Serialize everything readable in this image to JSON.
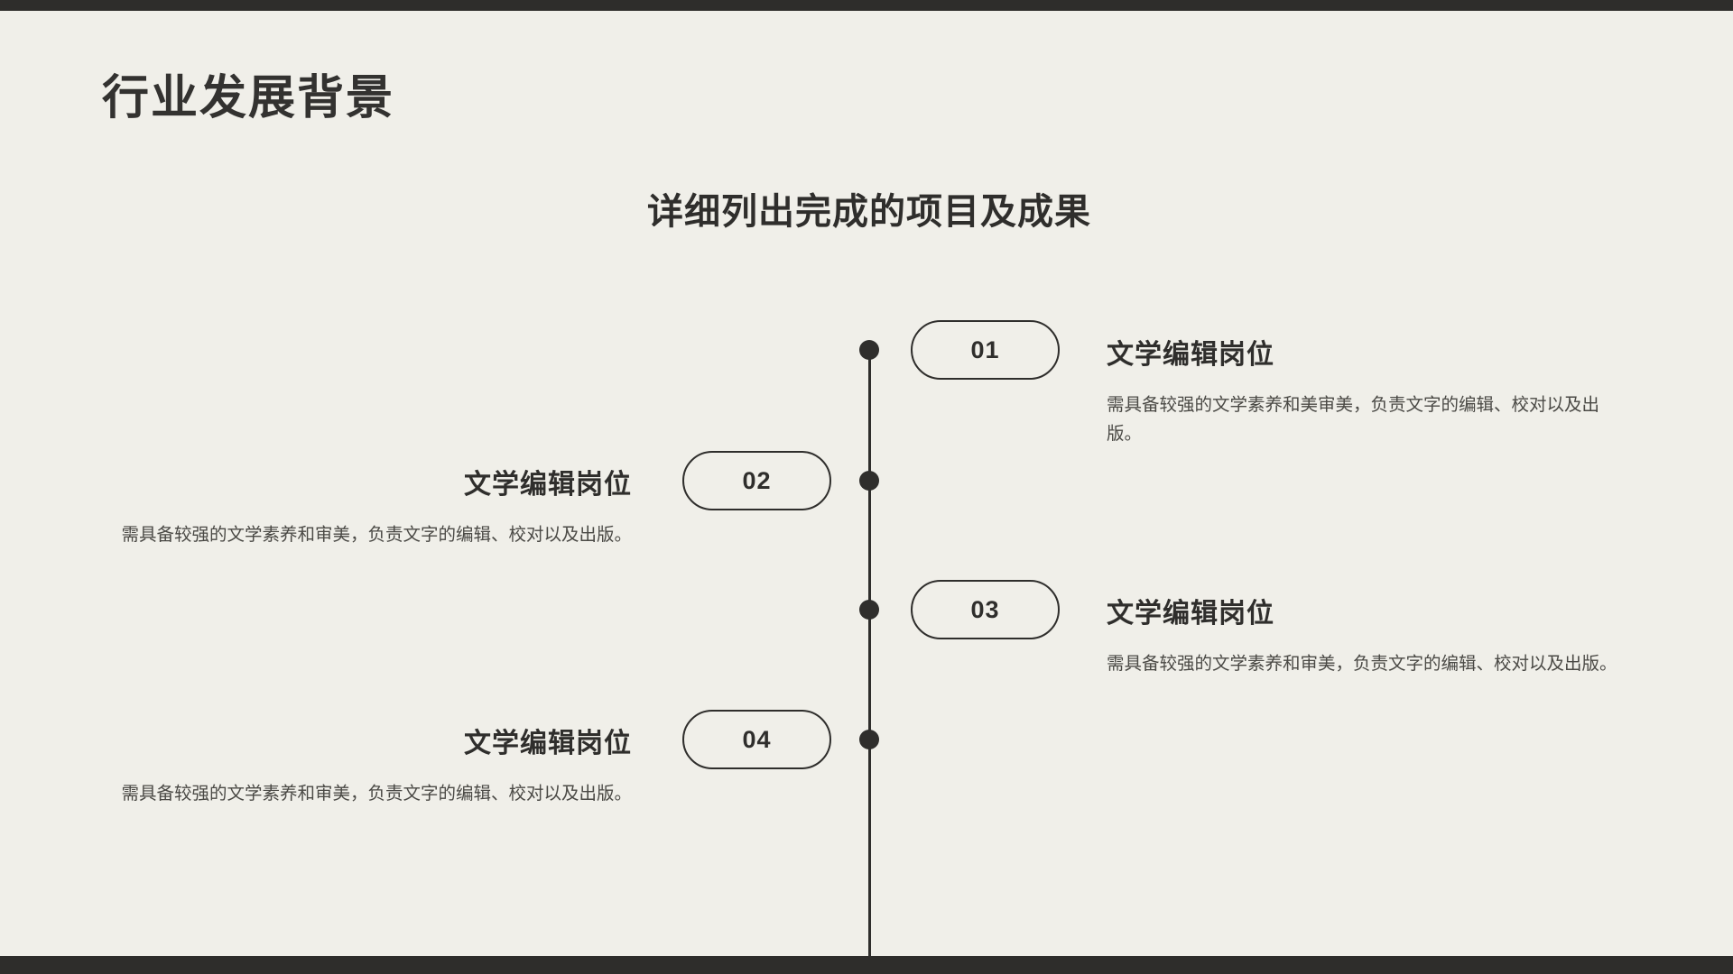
{
  "theme": {
    "background": "#f0efe9",
    "bar_color": "#2e2d2b",
    "ink": "#2f2e2c",
    "body_ink": "#4a4945"
  },
  "header": {
    "page_title": "行业发展背景",
    "section_subtitle": "详细列出完成的项目及成果"
  },
  "timeline": {
    "items": [
      {
        "number": "01",
        "side": "right",
        "title": "文学编辑岗位",
        "body": "需具备较强的文学素养和美审美，负责文字的编辑、校对以及出版。"
      },
      {
        "number": "02",
        "side": "left",
        "title": "文学编辑岗位",
        "body": "需具备较强的文学素养和审美，负责文字的编辑、校对以及出版。"
      },
      {
        "number": "03",
        "side": "right",
        "title": "文学编辑岗位",
        "body": "需具备较强的文学素养和审美，负责文字的编辑、校对以及出版。"
      },
      {
        "number": "04",
        "side": "left",
        "title": "文学编辑岗位",
        "body": "需具备较强的文学素养和审美，负责文字的编辑、校对以及出版。"
      }
    ]
  }
}
